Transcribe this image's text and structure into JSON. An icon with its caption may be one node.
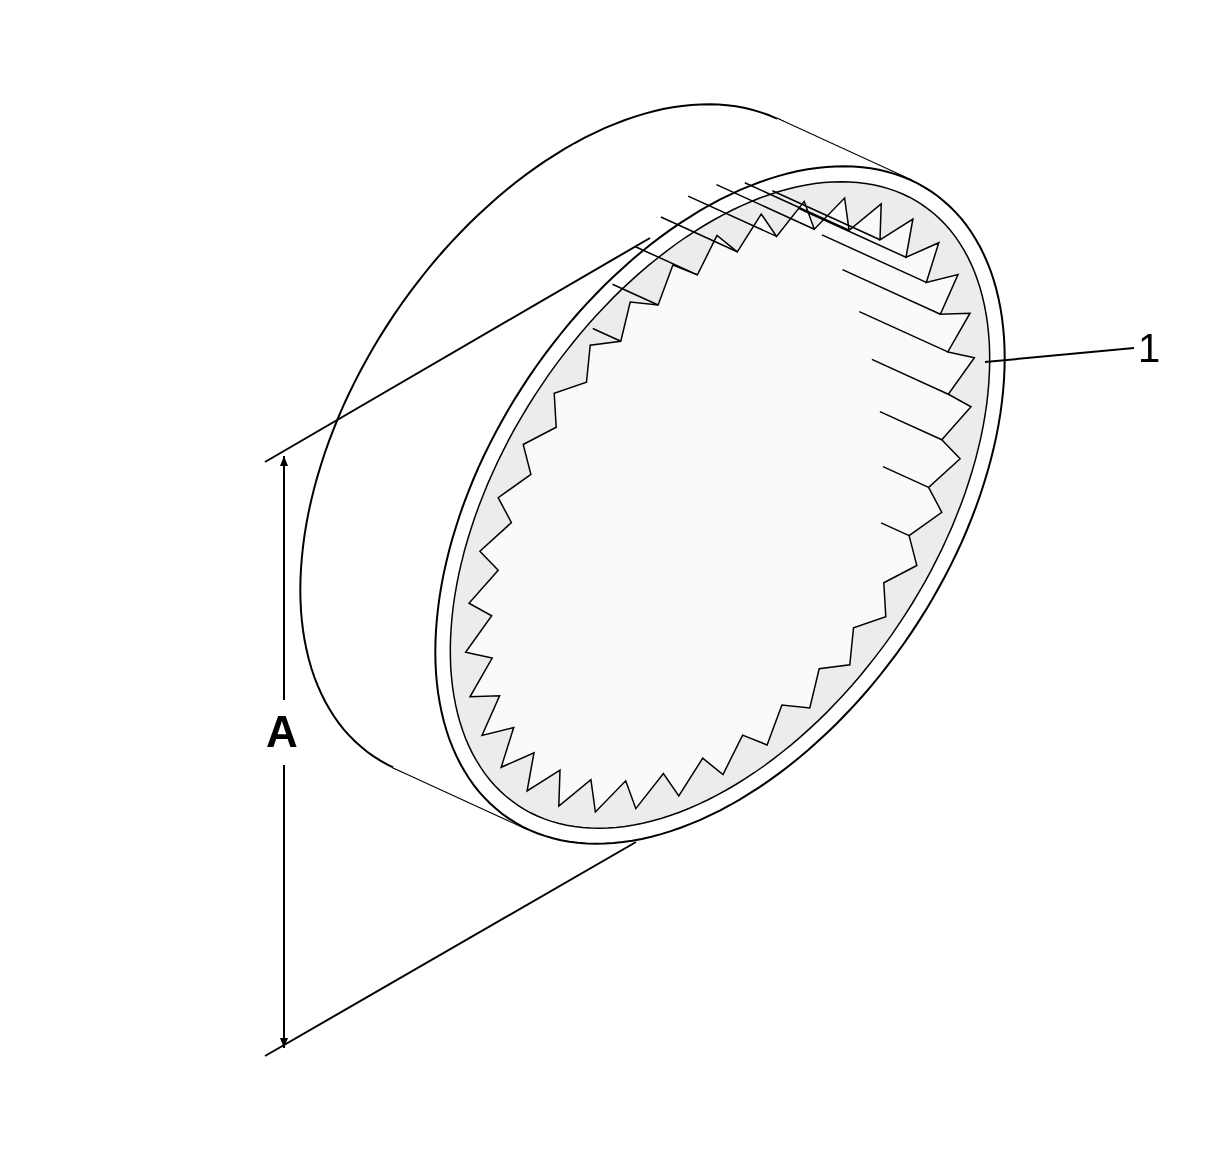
{
  "diagram": {
    "nodes": [
      {
        "text": [
          "1"
        ]
      },
      {
        "text": [],
        "shape": "picture"
      }
    ],
    "edges": [
      {
        "from": 0,
        "to": 1,
        "arrow": "none"
      }
    ],
    "labels": [
      "A"
    ]
  }
}
